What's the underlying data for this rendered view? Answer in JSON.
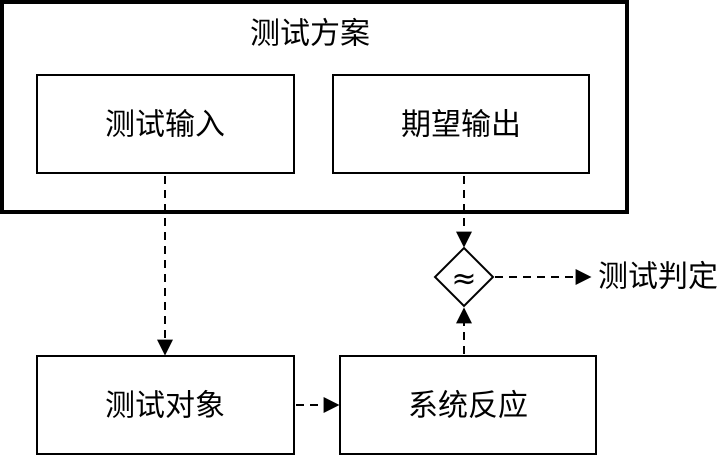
{
  "diagram": {
    "test_plan_title": "测试方案",
    "test_input": "测试输入",
    "expected_output": "期望输出",
    "test_object": "测试对象",
    "system_response": "系统反应",
    "comparator_symbol": "≈",
    "test_verdict": "测试判定"
  }
}
